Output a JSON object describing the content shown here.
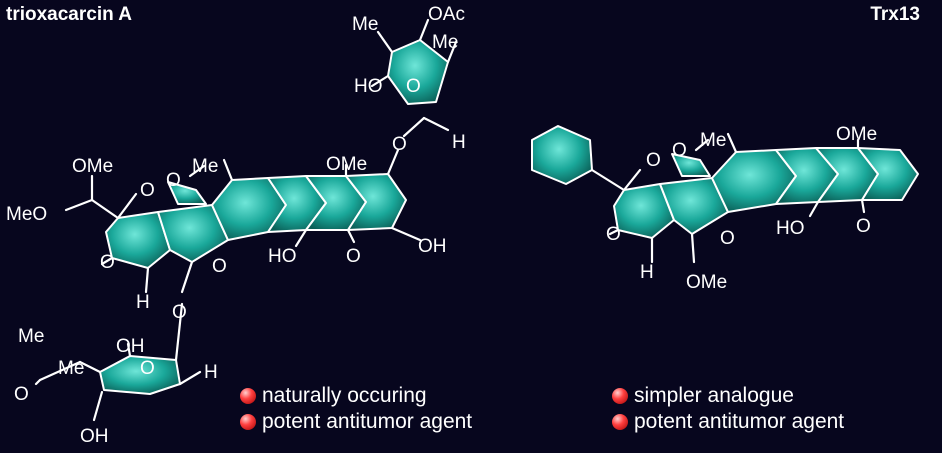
{
  "compounds": [
    {
      "name": "trioxacarcin A",
      "features": [
        "naturally occuring",
        "potent antitumor agent"
      ]
    },
    {
      "name": "Trx13",
      "features": [
        "simpler analogue",
        "potent antitumor agent"
      ]
    }
  ],
  "labels": {
    "me": "Me",
    "ome": "OMe",
    "meo": "MeO",
    "oac": "OAc",
    "ho": "HO",
    "oh": "OH",
    "o": "O",
    "h": "H",
    "ho_sugar": "HO"
  },
  "colors": {
    "background": "#07061e",
    "ring_fill": "#1aa89a",
    "bullet": "#e02020"
  },
  "icons": [
    "bullet-dot-icon"
  ]
}
